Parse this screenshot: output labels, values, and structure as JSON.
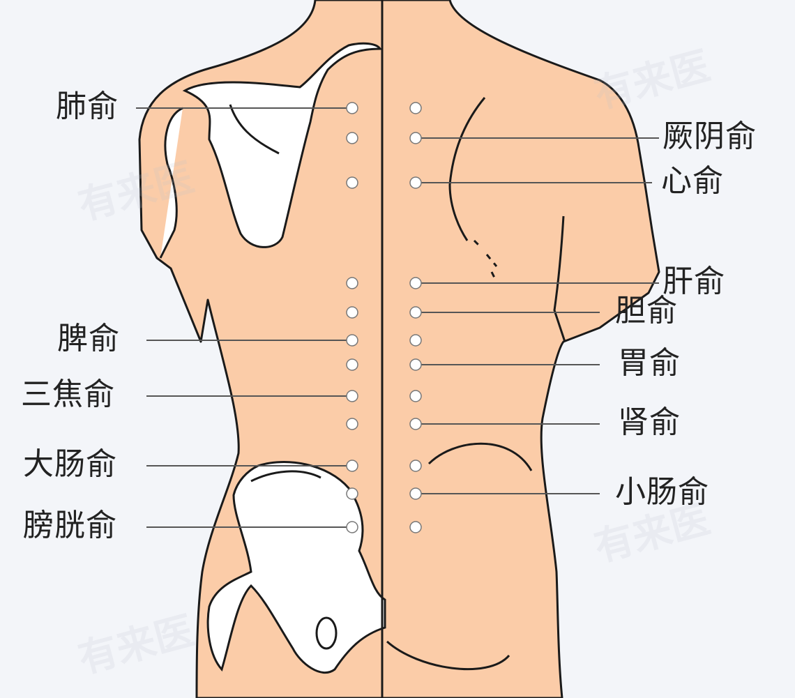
{
  "title": "背部背俞穴示意图",
  "watermark": "有来医",
  "colors": {
    "skin": "#fbcca8",
    "background": "#f3f5f9",
    "outline": "#1a1a1a",
    "bone": "#ffffff",
    "point": "#ffffff"
  },
  "left_labels": [
    {
      "text": "肺俞",
      "point_row": 0
    },
    {
      "text": "脾俞",
      "point_row": 5
    },
    {
      "text": "三焦俞",
      "point_row": 7
    },
    {
      "text": "大肠俞",
      "point_row": 9
    },
    {
      "text": "膀胱俞",
      "point_row": 11
    }
  ],
  "right_labels": [
    {
      "text": "厥阴俞",
      "point_row": 1
    },
    {
      "text": "心俞",
      "point_row": 2
    },
    {
      "text": "肝俞",
      "point_row": 3
    },
    {
      "text": "胆俞",
      "point_row": 4
    },
    {
      "text": "胃俞",
      "point_row": 6
    },
    {
      "text": "肾俞",
      "point_row": 8
    },
    {
      "text": "小肠俞",
      "point_row": 10
    }
  ],
  "point_rows_per_side": 12
}
